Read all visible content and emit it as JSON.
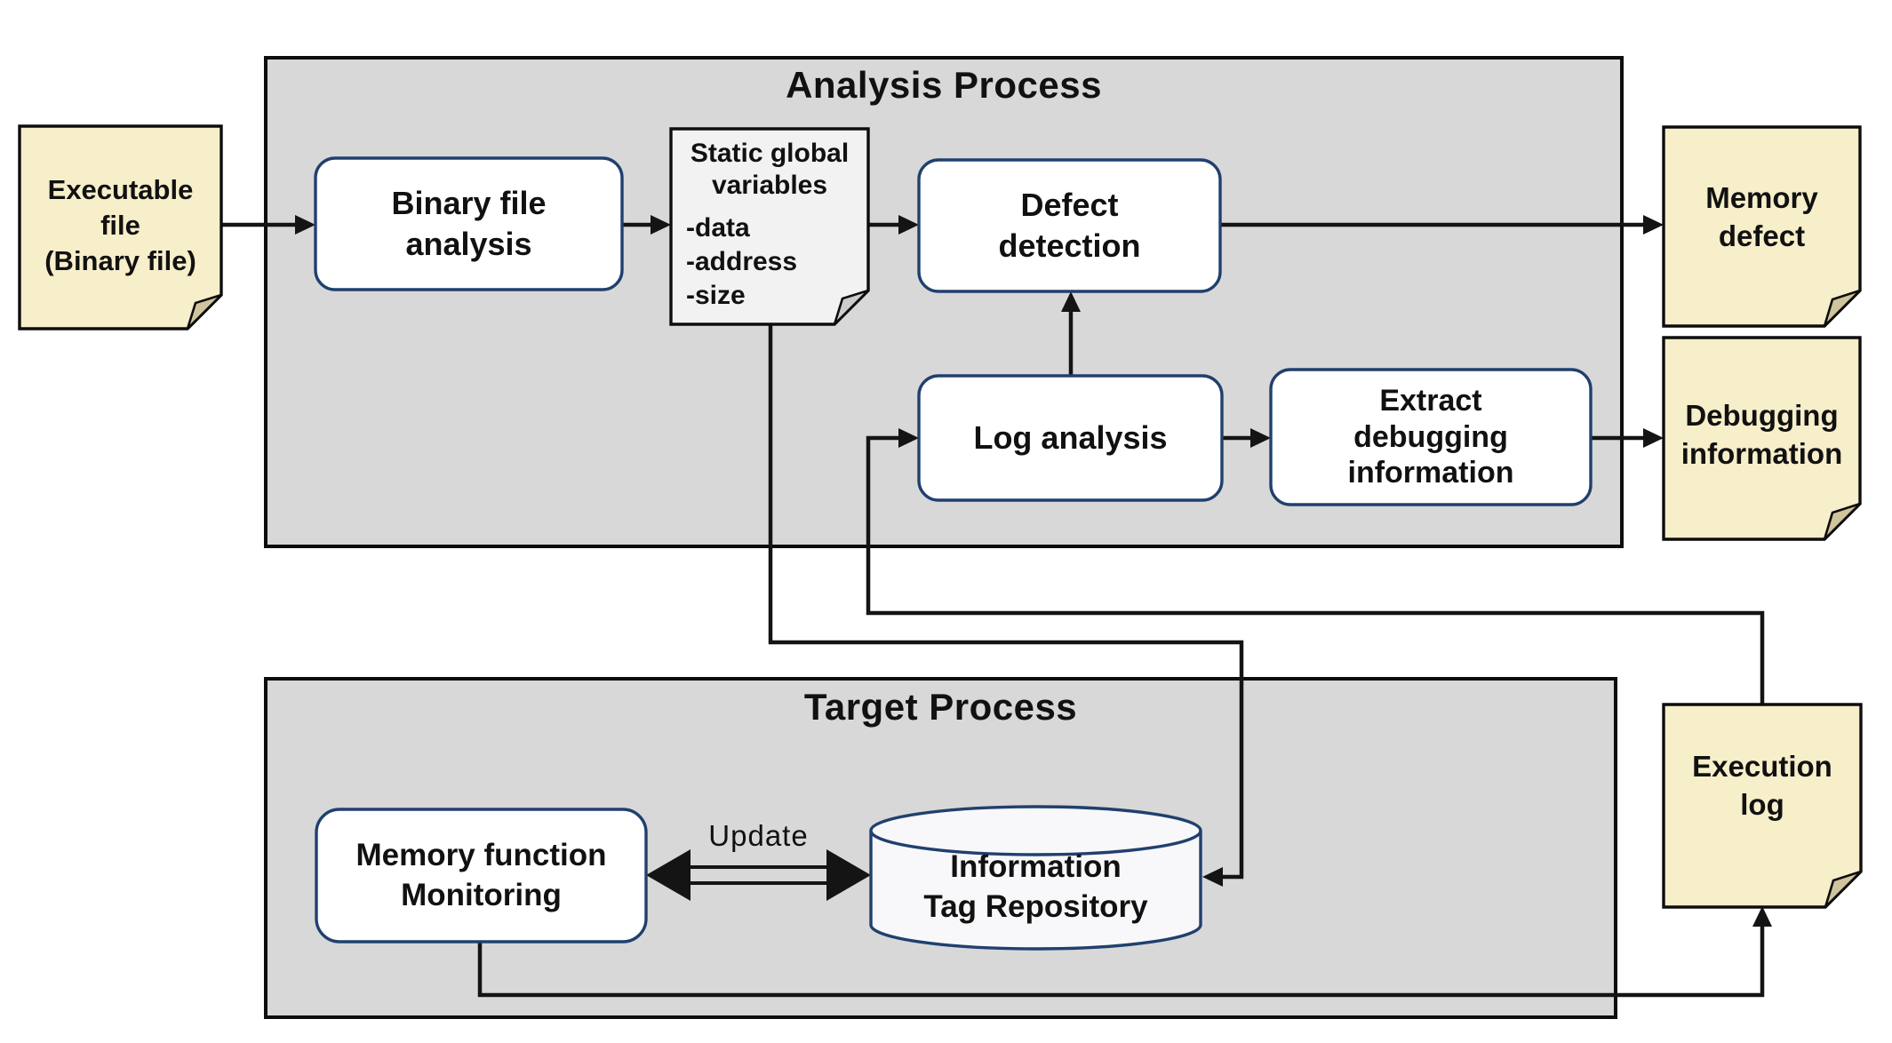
{
  "diagram": {
    "titles": {
      "analysis_process": "Analysis Process",
      "target_process": "Target Process"
    },
    "nodes": {
      "executable_file": "Executable\nfile\n(Binary file)",
      "binary_file_analysis": "Binary file\nanalysis",
      "static_global_variables_heading": "Static global\nvariables",
      "static_global_variables_items": [
        "-data",
        "-address",
        "-size"
      ],
      "defect_detection": "Defect\ndetection",
      "log_analysis": "Log analysis",
      "extract_debugging_information": "Extract\ndebugging\ninformation",
      "memory_defect": "Memory\ndefect",
      "debugging_information": "Debugging\ninformation",
      "execution_log": "Execution\nlog",
      "memory_function_monitoring": "Memory function\nMonitoring",
      "information_tag_repository": "Information\nTag Repository"
    },
    "edges": {
      "update_label": "Update"
    },
    "colors": {
      "process_panel_fill": "#d8d8d8",
      "panel_border": "#0d0d0d",
      "node_fill": "#ffffff",
      "node_border": "#20406e",
      "note_fill": "#f7eeca",
      "note_fold": "#cfc49e",
      "gray_note_fill": "#f2f2f2",
      "gray_note_fold": "#cccccc",
      "cylinder_fill": "#f8f8fa",
      "line": "#141414",
      "text": "#111111"
    }
  }
}
